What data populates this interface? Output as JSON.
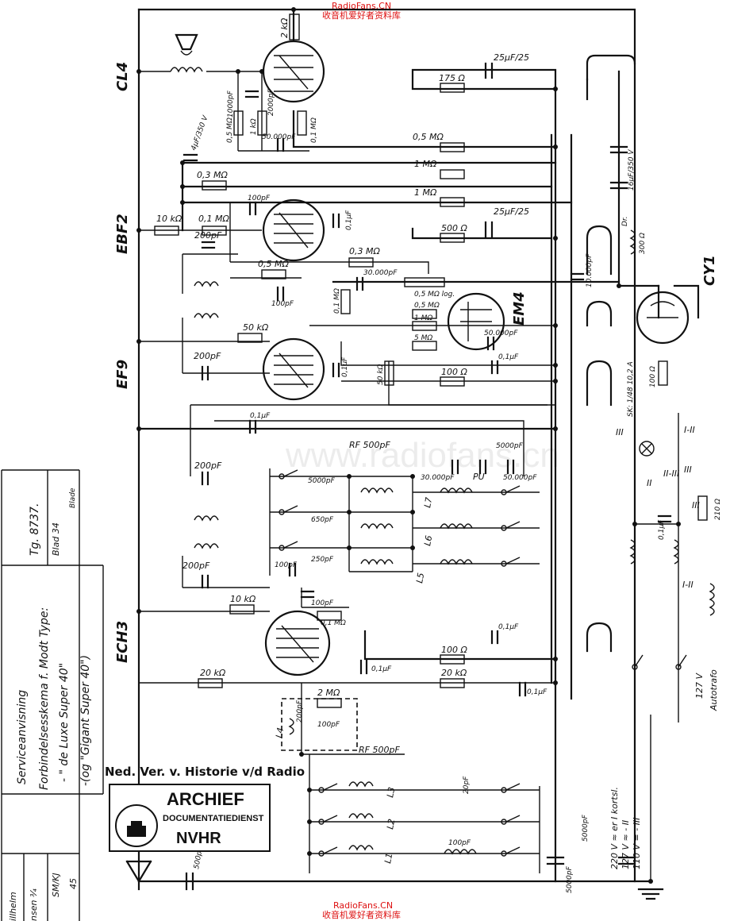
{
  "watermark": {
    "top": "RadioFans.CN",
    "top_sub": "收音机爱好者资料库",
    "bottom": "RadioFans.CN",
    "bottom_sub": "收音机爱好者资料库",
    "center": "www.radiofans.cn"
  },
  "tubes": {
    "cl4": "CL4",
    "ebf2": "EBF2",
    "ef9": "EF9",
    "ech3": "ECH3",
    "em4": "EM4",
    "cy1": "CY1"
  },
  "title_block": {
    "doc_no": "Tg. 8737.",
    "blad": "Blad 34",
    "blade": "Blade",
    "line1": "Serviceanvisning",
    "line2": "Forbindelsesskema f. Modt Type:",
    "line3": "- \" de Luxe Super 40\"",
    "line4": "-(og \"Gigant Super 40\")",
    "person1": "illhelm",
    "person2": "nsen ¾",
    "ref": "SM/KJ",
    "ref2": "45"
  },
  "archive": {
    "header": "Ned. Ver. v. Historie v/d Radio",
    "title": "ARCHIEF",
    "sub": "DOCUMENTATIEDIENST",
    "abbr": "NVHR"
  },
  "components": {
    "r_2k": "2 kΩ",
    "c_25_top": "25µF/25",
    "r_175": "175 Ω",
    "c_1000": "1000pF",
    "c_2000": "2000pF",
    "r_05m_a": "0,5 MΩ",
    "r_1k": "1 kΩ",
    "r_01m_a": "0,1 MΩ",
    "c_50000": "50.000pF",
    "r_05m_b": "0,5 MΩ",
    "c_4uf": "4µF/350 V",
    "r_03m_a": "0,3 MΩ",
    "r_1m_a": "1 MΩ",
    "r_1m_b": "1 MΩ",
    "r_10k": "10 kΩ",
    "r_01m_b": "0,1 MΩ",
    "c_100_a": "100pF",
    "c_01_a": "0,1µF",
    "c_25_mid": "25µF/25",
    "r_500": "500 Ω",
    "c_200_a": "200pF",
    "r_03m_b": "0,3 MΩ",
    "r_05m_c": "0,5 MΩ",
    "c_100_b": "100pF",
    "c_30000": "30.000pF",
    "r_05m_log": "0,5 MΩ log.",
    "r_01m_c": "0,1 MΩ",
    "r_05m_em": "0,5 MΩ",
    "r_1m_em": "1 MΩ",
    "r_5m": "5 MΩ",
    "c_50000_em": "50.000pF",
    "r_50k": "50 kΩ",
    "c_200_b": "200pF",
    "c_01_b": "0,1µF",
    "c_01_c": "0,1µF",
    "r_100_a": "100 Ω",
    "r_50k_b": "50 kΩ",
    "c_01_d": "0,1µF",
    "rf_500_a": "RF 500pF",
    "c_5000_a": "5000pF",
    "c_30000_b": "30.000pF",
    "c_50000_b": "50.000pF",
    "pu": "PU",
    "c_200_c": "200pF",
    "c_5000_b": "5000pF",
    "c_650": "650pF",
    "c_250": "250pF",
    "l7": "L7",
    "l6": "L6",
    "l5": "L5",
    "c_200_d": "200pF",
    "c_100_c": "100pF",
    "r_10k_b": "10 kΩ",
    "c_100_d": "100pF",
    "r_01m_d": "0,1 MΩ",
    "c_01_e": "0,1µF",
    "r_100_b": "100 Ω",
    "c_01_f": "0,1µF",
    "r_20k_a": "20 kΩ",
    "r_20k_b": "20 kΩ",
    "c_01_g": "0,1µF",
    "r_2m": "2 MΩ",
    "c_200_e": "200pF",
    "c_100_e": "100pF",
    "l4": "L4",
    "rf_500_b": "RF 500pF",
    "l3": "L3",
    "c_20": "20pF",
    "l2": "L2",
    "l1": "L1",
    "c_100_f": "100pF",
    "c_500_ant": "500pF",
    "c_5000_c": "5000pF",
    "c_5000_d": "5000pF",
    "c_10000": "10.000pF",
    "c_16uf": "16µF/350 V",
    "dr": "Dr.",
    "r_300": "300 Ω",
    "r_100_c": "100 Ω",
    "sk": "SK: 1/48 10,2 A",
    "c_01_h": "0,1µF",
    "r_210": "210 Ω",
    "v127": "127 V",
    "autotrafo": "Autotrafo",
    "mains1": "220 V ≈ er I kortsl.",
    "mains2": "127 V ≈ - II",
    "mains3": "110 V = - III",
    "sw_i": "I",
    "sw_ii": "II",
    "sw_iii": "III",
    "sw_i_ii": "I-II",
    "sw_ii_iii": "II-III"
  }
}
